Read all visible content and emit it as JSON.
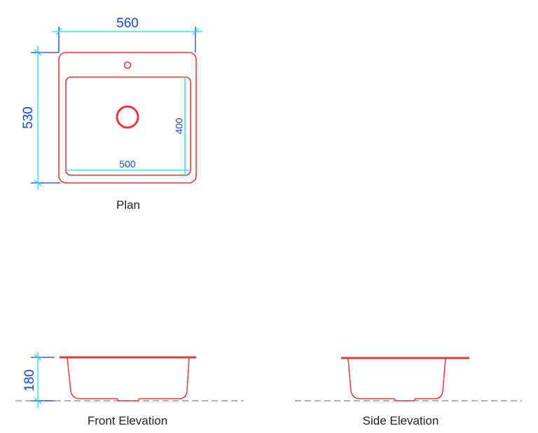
{
  "colors": {
    "outline": "#e8383d",
    "dim_line": "#19e0e8",
    "dim_ext": "#1a3fd8",
    "dim_text": "#1848d8",
    "ground": "#9a9a9a"
  },
  "plan": {
    "label": "Plan",
    "dims": {
      "overall_width": "560",
      "overall_depth": "530",
      "bowl_width": "500",
      "bowl_depth": "400"
    }
  },
  "front_elevation": {
    "label": "Front Elevation",
    "dims": {
      "height": "180"
    }
  },
  "side_elevation": {
    "label": "Side Elevation"
  }
}
